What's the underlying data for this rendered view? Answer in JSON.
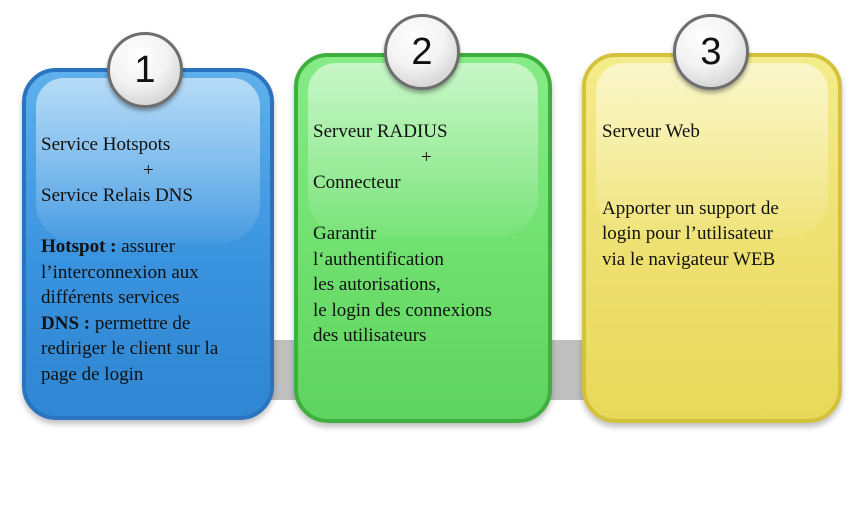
{
  "cards": [
    {
      "number": "1",
      "line1": "Service Hotspots",
      "plus": "+",
      "line2": "Service Relais DNS",
      "hotspot_label": "Hotspot :",
      "hotspot_text_a": " assurer",
      "hotspot_text_b": "l’interconnexion aux",
      "hotspot_text_c": "différents services",
      "dns_label": "DNS :",
      "dns_text_a": " permettre de",
      "dns_text_b": "rediriger le client sur la",
      "dns_text_c": "page de login",
      "color": "#3a93de"
    },
    {
      "number": "2",
      "line1": "Serveur RADIUS",
      "plus": "+",
      "line2": "Connecteur",
      "body1": "Garantir",
      "body2": "l‘authentification",
      "body3": "les autorisations,",
      "body4": "le login des connexions",
      "body5": "des utilisateurs",
      "color": "#6fe06f"
    },
    {
      "number": "3",
      "line1": "Serveur Web",
      "body1": "Apporter un support de",
      "body2": "login pour l’utilisateur",
      "body3": "via  le navigateur WEB",
      "color": "#eee070"
    }
  ]
}
